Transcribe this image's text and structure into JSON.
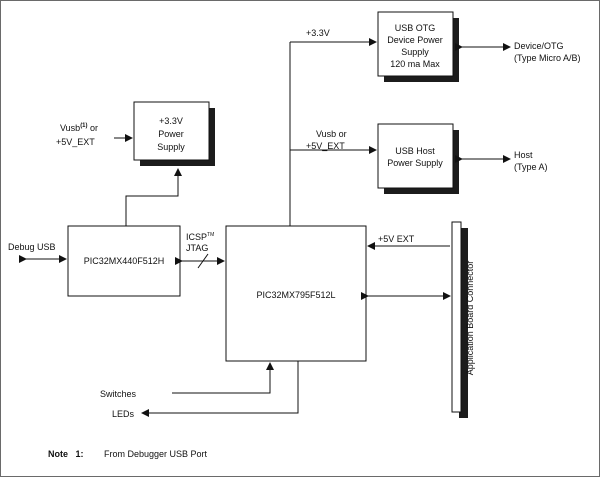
{
  "blocks": {
    "power_3v3": [
      "+3.3V",
      "Power",
      "Supply"
    ],
    "usb_otg": [
      "USB OTG",
      "Device Power",
      "Supply",
      "120 ma Max"
    ],
    "usb_host": [
      "USB Host",
      "Power Supply"
    ],
    "pic440": "PIC32MX440F512H",
    "pic795": "PIC32MX795F512L",
    "app_connector": "Application Board Connector"
  },
  "labels": {
    "vusb_prefix": "Vusb",
    "vusb_note_mark": "(1)",
    "vusb_or": " or",
    "ext_5v": "+5V_EXT",
    "debug_usb": "Debug USB",
    "icsp": "ICSP",
    "icsp_tm": "TM",
    "jtag": "JTAG",
    "plus_3v3": "+3.3V",
    "vusb_or_plain": "Vusb or",
    "ext_5v_2": "+5V_EXT",
    "ext_5v_connector": "+5V EXT",
    "device_otg": "Device/OTG",
    "device_otg_type": "(Type Micro A/B)",
    "host": "Host",
    "host_type": "(Type A)",
    "switches": "Switches",
    "leds": "LEDs"
  },
  "note": {
    "label": "Note   1:",
    "text": "From Debugger USB Port"
  }
}
